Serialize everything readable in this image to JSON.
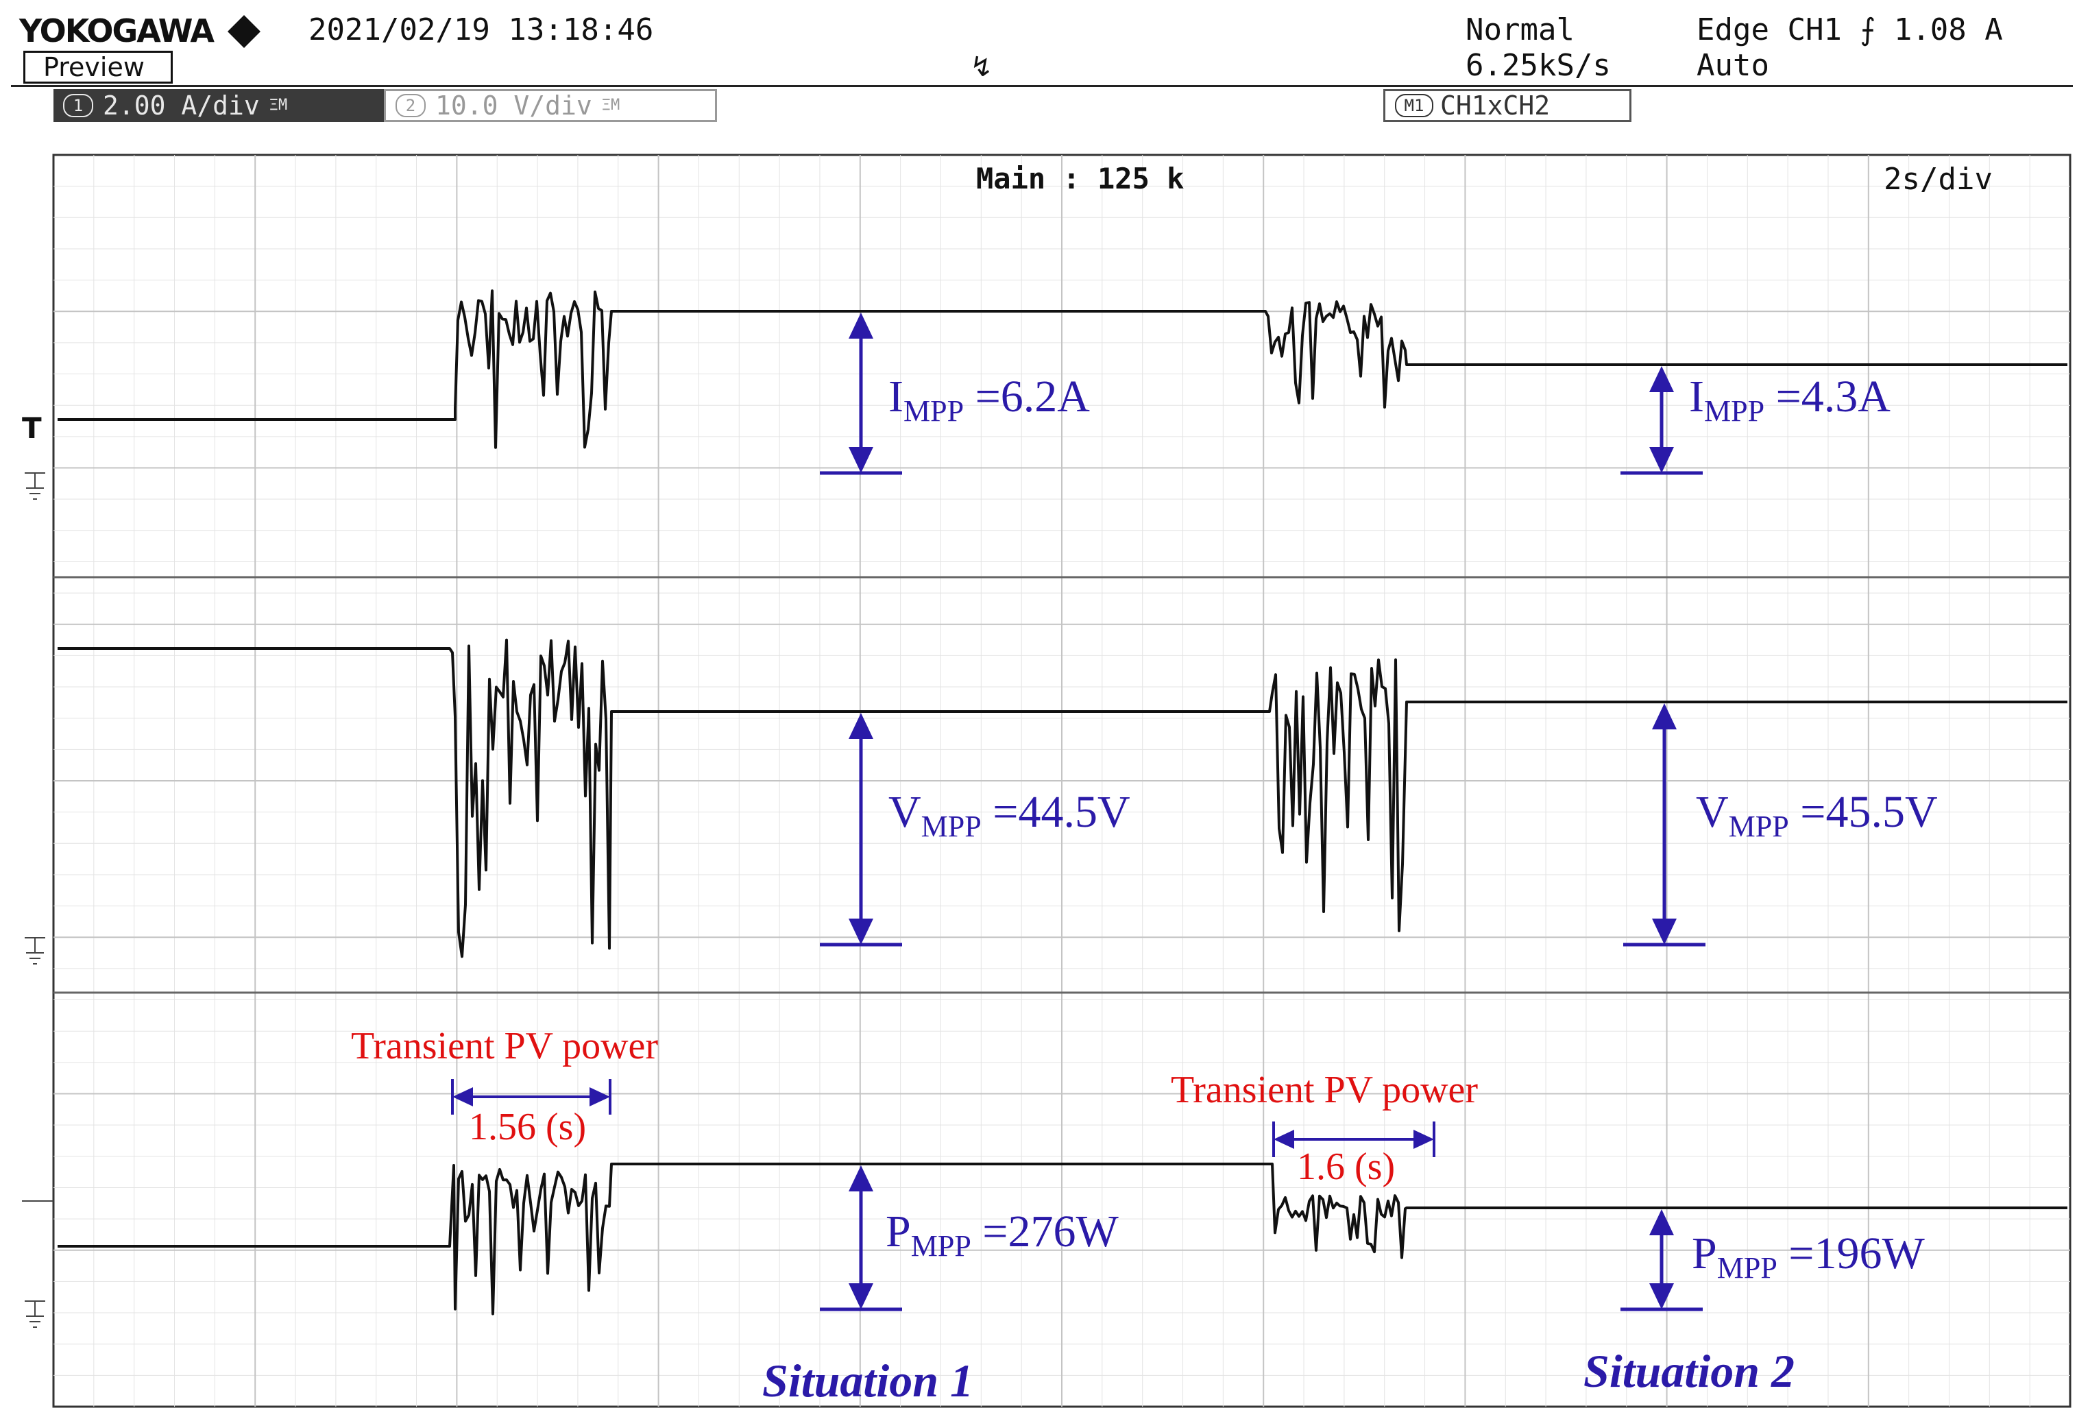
{
  "header": {
    "brand": "YOKOGAWA",
    "datetime": "2021/02/19 13:18:46",
    "mode_button": "Preview",
    "trigger_position_marker": "↯",
    "acquisition_mode": "Normal",
    "sample_rate": "6.25kS/s",
    "trigger_setting": "Edge CH1 ⨍ 1.08 A",
    "trigger_mode": "Auto"
  },
  "channels": {
    "ch1": {
      "number": "1",
      "scale": "2.00 A/div",
      "bw": "ΞM"
    },
    "ch2": {
      "number": "2",
      "scale": "10.0 V/div",
      "bw": "ΞM"
    },
    "math": {
      "label": "M1",
      "expr": "CH1xCH2"
    }
  },
  "screen": {
    "record_length": "Main : 125 k",
    "timebase": "2s/div",
    "trigger_level_marker": "T"
  },
  "annotations": {
    "imp1": {
      "base": "I",
      "sub": "MPP",
      "value": " =6.2A"
    },
    "imp2": {
      "base": "I",
      "sub": "MPP",
      "value": " =4.3A"
    },
    "vmp1": {
      "base": "V",
      "sub": "MPP",
      "value": " =44.5V"
    },
    "vmp2": {
      "base": "V",
      "sub": "MPP",
      "value": " =45.5V"
    },
    "pmp1": {
      "base": "P",
      "sub": "MPP",
      "value": " =276W"
    },
    "pmp2": {
      "base": "P",
      "sub": "MPP",
      "value": " =196W"
    },
    "transient1": "Transient PV power",
    "duration1": "1.56 (s)",
    "transient2": "Transient PV power",
    "duration2": "1.6 (s)",
    "situation1": "Situation 1",
    "situation2": "Situation 2"
  },
  "colors": {
    "trace": "#111111",
    "grid": "#c4c4c4",
    "annotation_blue": "#2a1aa8",
    "annotation_red": "#e01010"
  }
}
